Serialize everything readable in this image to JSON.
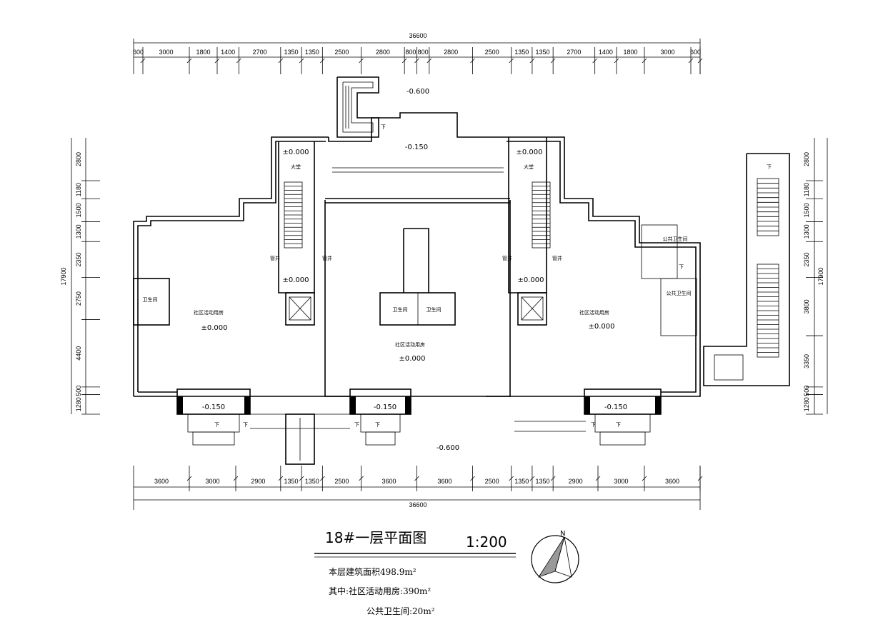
{
  "dimensions": {
    "top_total": "36600",
    "top_segments": [
      "600",
      "3000",
      "1800",
      "1400",
      "2700",
      "1350",
      "1350",
      "2500",
      "2800",
      "800",
      "800",
      "2800",
      "2500",
      "1350",
      "1350",
      "2700",
      "1400",
      "1800",
      "3000",
      "600"
    ],
    "bottom_total": "36600",
    "bottom_segments": [
      "3600",
      "3000",
      "2900",
      "1350",
      "1350",
      "2500",
      "3600",
      "3600",
      "2500",
      "1350",
      "1350",
      "2900",
      "3000",
      "3600"
    ],
    "left_total": "17900",
    "left_segments": [
      "2800",
      "1180",
      "1500",
      "1300",
      "2350",
      "2750",
      "4400",
      "500",
      "1280"
    ],
    "right_total": "17900",
    "right_segments": [
      "2800",
      "1180",
      "1500",
      "1300",
      "2350",
      "3800",
      "3350",
      "500",
      "1280"
    ]
  },
  "elevations": {
    "top_outer": "-0.600",
    "top_inner": "-0.150",
    "lobby_left": "±0.000",
    "lobby_right": "±0.000",
    "stair_left": "±0.000",
    "stair_right": "±0.000",
    "room_left": "±0.000",
    "room_center": "±0.000",
    "room_right": "±0.000",
    "entry_left": "-0.150",
    "entry_center": "-0.150",
    "entry_right": "-0.150",
    "bottom_outer": "-0.600"
  },
  "rooms": {
    "lobby": "大堂",
    "activity": "社区活动用房",
    "toilet": "卫生间",
    "public_toilet": "公共卫生间",
    "shaft": "管井",
    "down": "下"
  },
  "title": "18#一层平面图",
  "scale": "1:200",
  "notes": {
    "line1": "本层建筑面积498.9m²",
    "line2": "其中:社区活动用房:390m²",
    "line3": "公共卫生间:20m²"
  },
  "north_label": "N"
}
